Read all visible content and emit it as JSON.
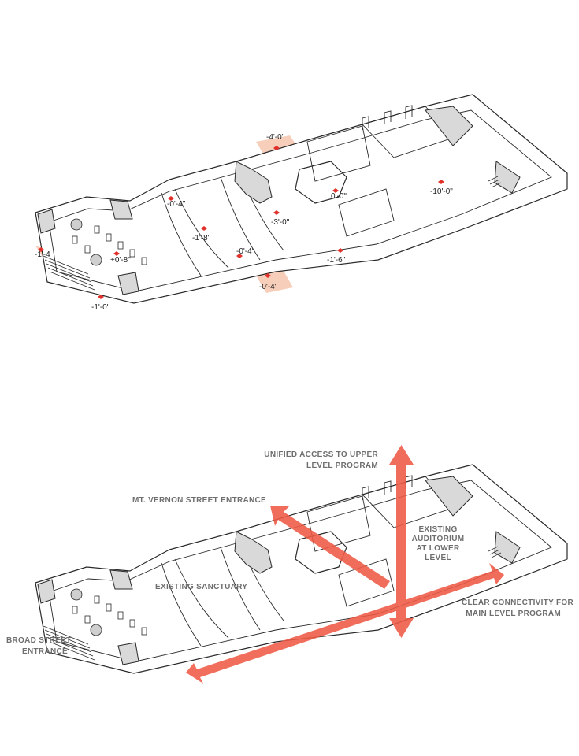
{
  "diagram_top": {
    "elevations": [
      "-4'-0\"",
      "-0'-4\"",
      "-1'-8\"",
      "-0'-4\"",
      "-0'-4\"",
      "-3'-0\"",
      "0'-0\"",
      "-1'-6\"",
      "-10'-0\"",
      "-1'-4",
      "+0'-8\"",
      "-1'-0\""
    ]
  },
  "diagram_bottom": {
    "labels": {
      "upper_access": [
        "UNIFIED ACCESS TO UPPER",
        "LEVEL PROGRAM"
      ],
      "mt_vernon": "MT. VERNON STREET ENTRANCE",
      "auditorium": [
        "EXISTING",
        "AUDITORIUM",
        "AT LOWER",
        "LEVEL"
      ],
      "sanctuary": "EXISTING SANCTUARY",
      "connectivity": [
        "CLEAR CONNECTIVITY FOR",
        "MAIN LEVEL PROGRAM"
      ],
      "broad_street": [
        "BROAD STREET",
        "ENTRANCE"
      ]
    },
    "colors": {
      "arrow": "#ef5a45",
      "zone": "#f6c9b3",
      "marker": "#e0312b",
      "label": "#6e6e6e"
    }
  }
}
